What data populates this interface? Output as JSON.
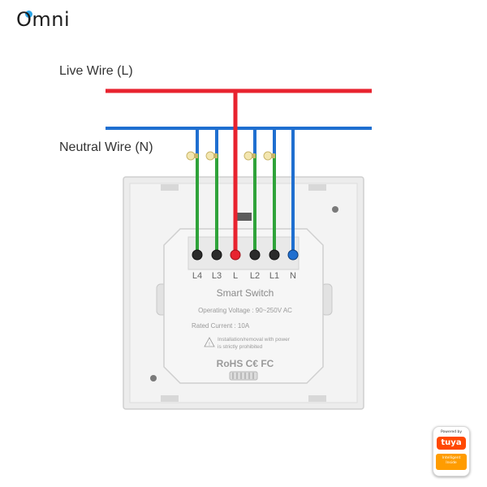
{
  "brand": {
    "name": "Omni"
  },
  "wires": {
    "live_label": "Live Wire (L)",
    "neutral_label": "Neutral Wire (N)"
  },
  "terminals": [
    {
      "label": "L4",
      "wire": "green"
    },
    {
      "label": "L3",
      "wire": "green"
    },
    {
      "label": "L",
      "wire": "red"
    },
    {
      "label": "L2",
      "wire": "green"
    },
    {
      "label": "L1",
      "wire": "green"
    },
    {
      "label": "N",
      "wire": "blue"
    }
  ],
  "switch_panel": {
    "title": "Smart Switch",
    "voltage": "Operating Voltage : 90~250V AC",
    "current": "Rated Current : 10A",
    "warning_line1": "Installation/removal with power",
    "warning_line2": "is strictly prohibited",
    "certifications": "RoHS  C€  FC"
  },
  "badge": {
    "powered": "Powered by",
    "logo": "tuya",
    "sub_line1": "Intelligent",
    "sub_line2": "Inside"
  },
  "colors": {
    "live": "#e8232f",
    "neutral": "#1f6fd0",
    "load": "#2fa33a",
    "brand_accent": "#2aa5e8",
    "tuya": "#ff4800"
  }
}
